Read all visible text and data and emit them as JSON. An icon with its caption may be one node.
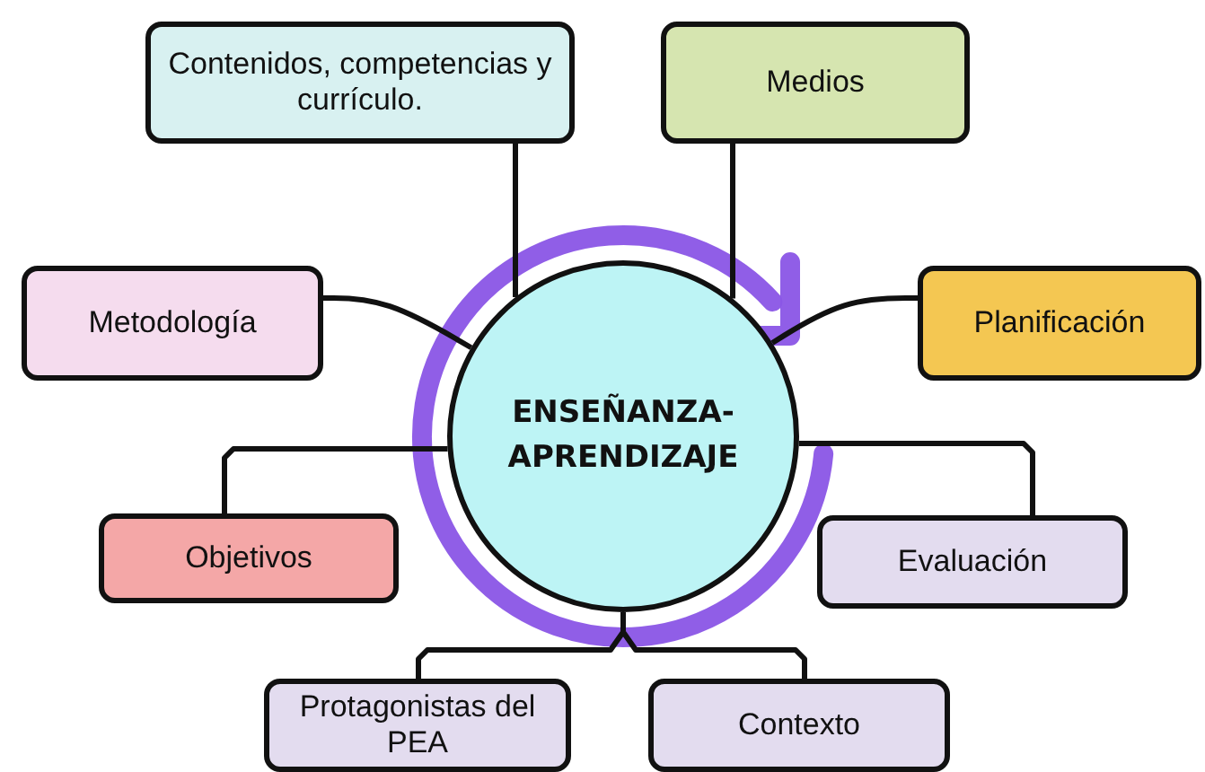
{
  "diagram": {
    "nodes": [
      {
        "text": [
          "ENSEÑANZA- APRENDIZAJE"
        ]
      },
      {
        "text": [
          "Contenidos, competencias y currículo."
        ]
      },
      {
        "text": [
          "Medios"
        ]
      },
      {
        "text": [
          "Metodología"
        ]
      },
      {
        "text": [
          "Planificación"
        ]
      },
      {
        "text": [
          "Objetivos"
        ]
      },
      {
        "text": [
          "Evaluación"
        ]
      },
      {
        "text": [
          "Protagonistas del PEA"
        ]
      },
      {
        "text": [
          "Contexto"
        ]
      }
    ],
    "edges": [
      {
        "from": 0,
        "to": 1,
        "arrow": "none"
      },
      {
        "from": 0,
        "to": 2,
        "arrow": "none"
      },
      {
        "from": 0,
        "to": 3,
        "arrow": "none"
      },
      {
        "from": 0,
        "to": 4,
        "arrow": "none"
      },
      {
        "from": 0,
        "to": 5,
        "arrow": "none"
      },
      {
        "from": 0,
        "to": 6,
        "arrow": "none"
      },
      {
        "from": 0,
        "to": 7,
        "arrow": "none"
      },
      {
        "from": 0,
        "to": 8,
        "arrow": "none"
      }
    ]
  }
}
